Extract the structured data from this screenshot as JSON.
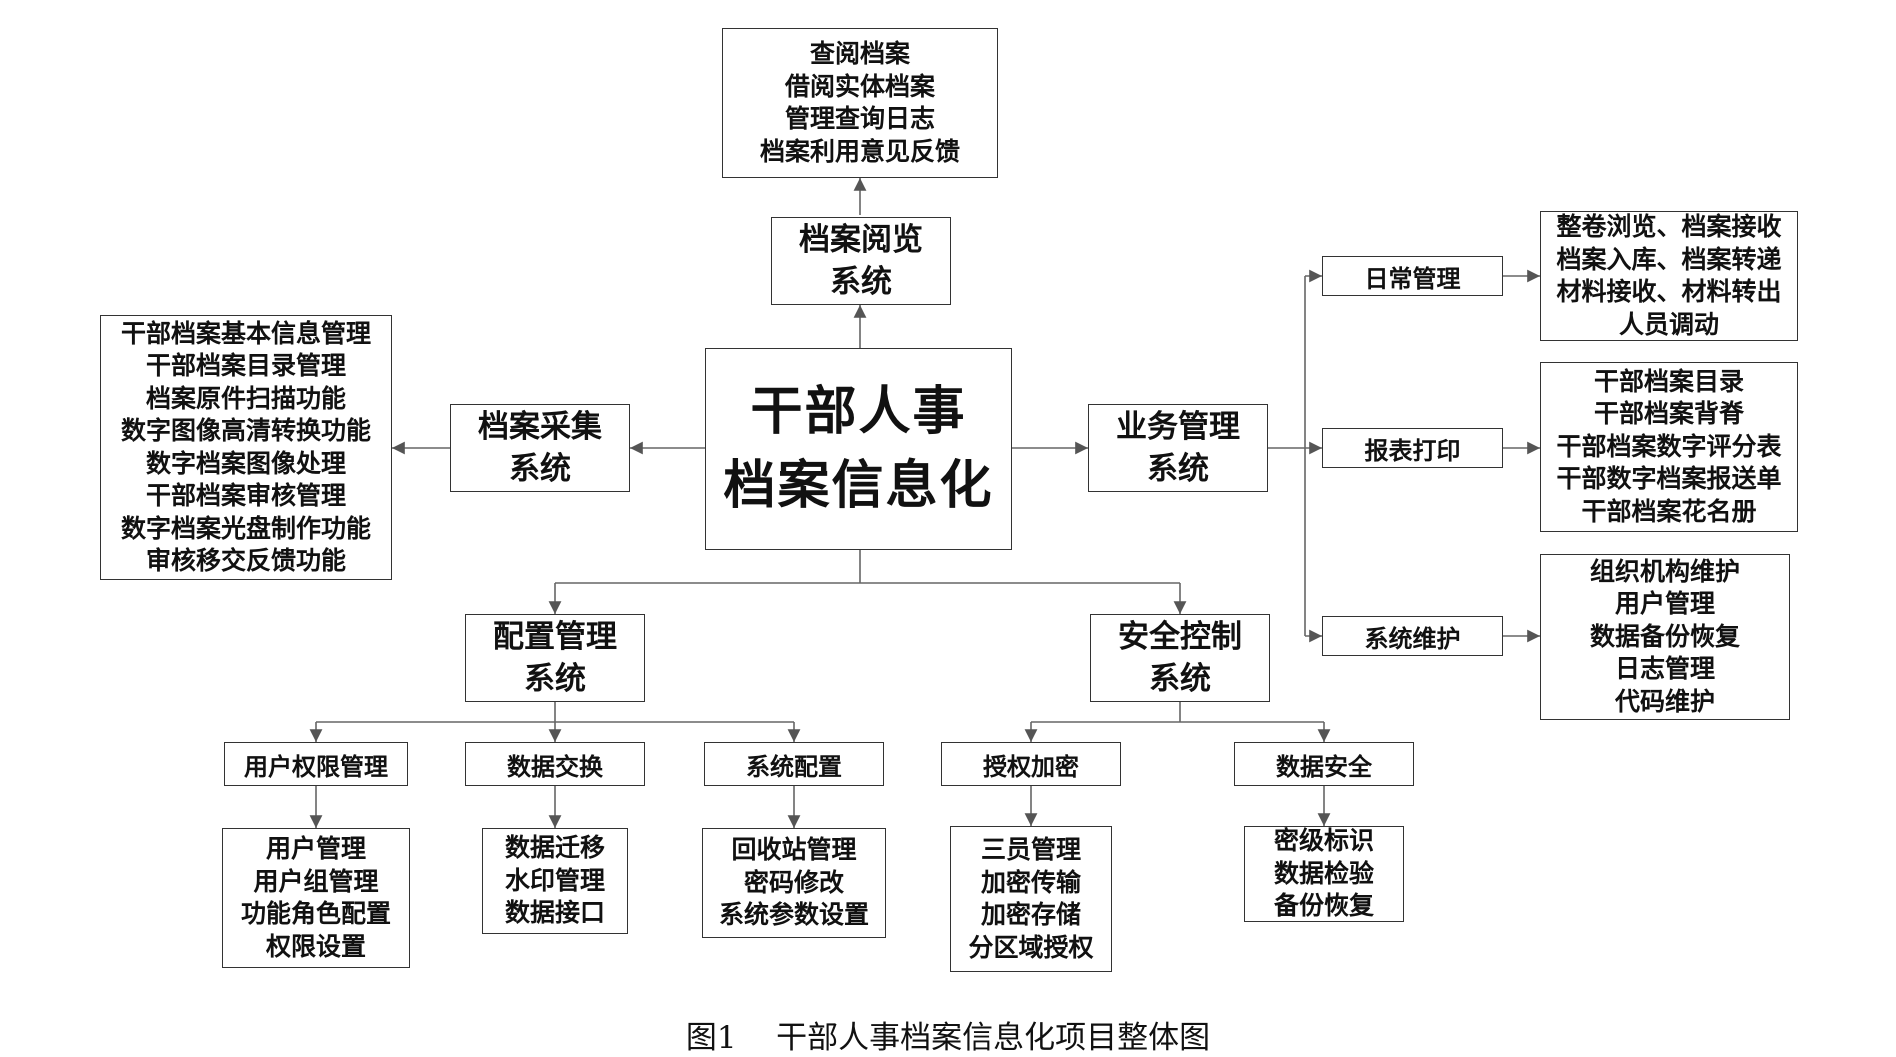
{
  "center": {
    "lines": [
      "干部人事",
      "档案信息化"
    ]
  },
  "browse_system": {
    "title": [
      "档案阅览",
      "系统"
    ],
    "items": [
      "查阅档案",
      "借阅实体档案",
      "管理查询日志",
      "档案利用意见反馈"
    ]
  },
  "collection_system": {
    "title": [
      "档案采集",
      "系统"
    ],
    "items": [
      "干部档案基本信息管理",
      "干部档案目录管理",
      "档案原件扫描功能",
      "数字图像高清转换功能",
      "数字档案图像处理",
      "干部档案审核管理",
      "数字档案光盘制作功能",
      "审核移交反馈功能"
    ]
  },
  "business_system": {
    "title": [
      "业务管理",
      "系统"
    ],
    "modules": [
      {
        "label": "日常管理",
        "items": [
          "整卷浏览、档案接收",
          "档案入库、档案转递",
          "材料接收、材料转出",
          "人员调动"
        ]
      },
      {
        "label": "报表打印",
        "items": [
          "干部档案目录",
          "干部档案背脊",
          "干部档案数字评分表",
          "干部数字档案报送单",
          "干部档案花名册"
        ]
      },
      {
        "label": "系统维护",
        "items": [
          "组织机构维护",
          "用户管理",
          "数据备份恢复",
          "日志管理",
          "代码维护"
        ]
      }
    ]
  },
  "config_system": {
    "title": [
      "配置管理",
      "系统"
    ],
    "modules": [
      {
        "label": "用户权限管理",
        "items": [
          "用户管理",
          "用户组管理",
          "功能角色配置",
          "权限设置"
        ]
      },
      {
        "label": "数据交换",
        "items": [
          "数据迁移",
          "水印管理",
          "数据接口"
        ]
      },
      {
        "label": "系统配置",
        "items": [
          "回收站管理",
          "密码修改",
          "系统参数设置"
        ]
      }
    ]
  },
  "security_system": {
    "title": [
      "安全控制",
      "系统"
    ],
    "modules": [
      {
        "label": "授权加密",
        "items": [
          "三员管理",
          "加密传输",
          "加密存储",
          "分区域授权"
        ]
      },
      {
        "label": "数据安全",
        "items": [
          "密级标识",
          "数据检验",
          "备份恢复"
        ]
      }
    ]
  },
  "caption": {
    "number": "图1",
    "text": "干部人事档案信息化项目整体图"
  }
}
